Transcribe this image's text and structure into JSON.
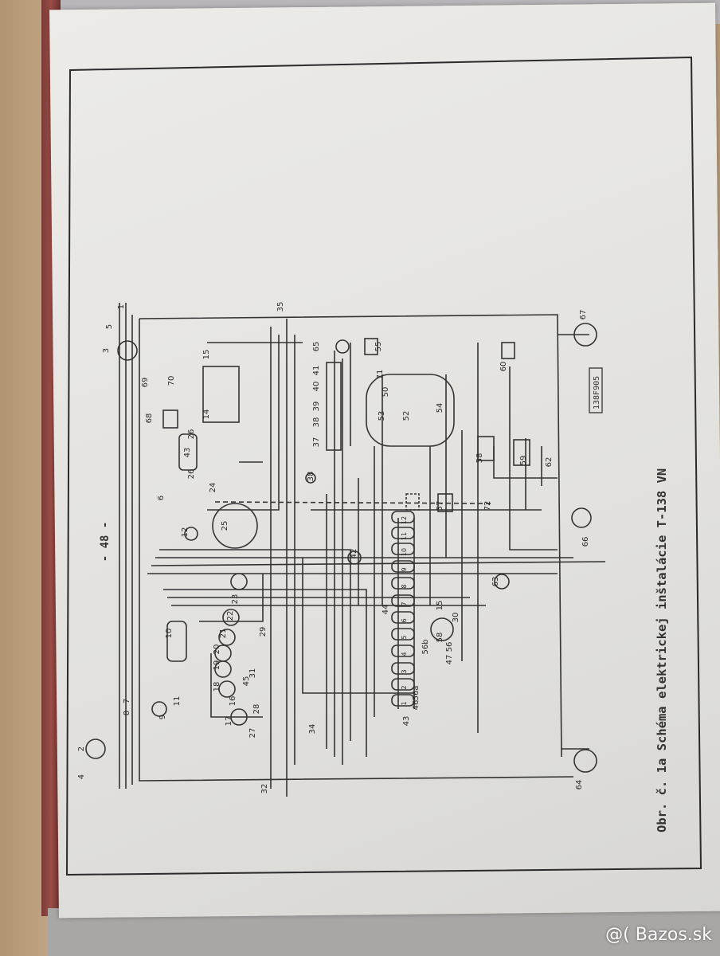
{
  "page": {
    "page_number": "- 48 -",
    "caption": "Obr. č. 1a Schéma elektrickej inštalácie T-138 VN",
    "stamp": "138F905"
  },
  "diagram": {
    "labels": [
      "1",
      "5",
      "3",
      "2",
      "4",
      "69",
      "70",
      "15",
      "68",
      "14",
      "26",
      "26",
      "43",
      "12",
      "6",
      "24",
      "25",
      "10",
      "11",
      "9",
      "8",
      "7",
      "17",
      "18",
      "19",
      "20",
      "21",
      "22",
      "23",
      "29",
      "31",
      "27",
      "28",
      "34",
      "32",
      "35",
      "65",
      "41",
      "40",
      "39",
      "38",
      "37",
      "38",
      "42",
      "44",
      "30",
      "15",
      "58",
      "56",
      "56b",
      "47",
      "46",
      "56a",
      "43",
      "57",
      "72",
      "63",
      "64",
      "66",
      "67",
      "60",
      "55",
      "71",
      "58",
      "59",
      "62",
      "53",
      "50",
      "52",
      "54",
      "45",
      "16"
    ],
    "fuses": [
      "1",
      "2",
      "3",
      "4",
      "5",
      "6",
      "7",
      "8",
      "9",
      "10",
      "11",
      "12"
    ]
  },
  "watermark": "@( Bazos.sk"
}
